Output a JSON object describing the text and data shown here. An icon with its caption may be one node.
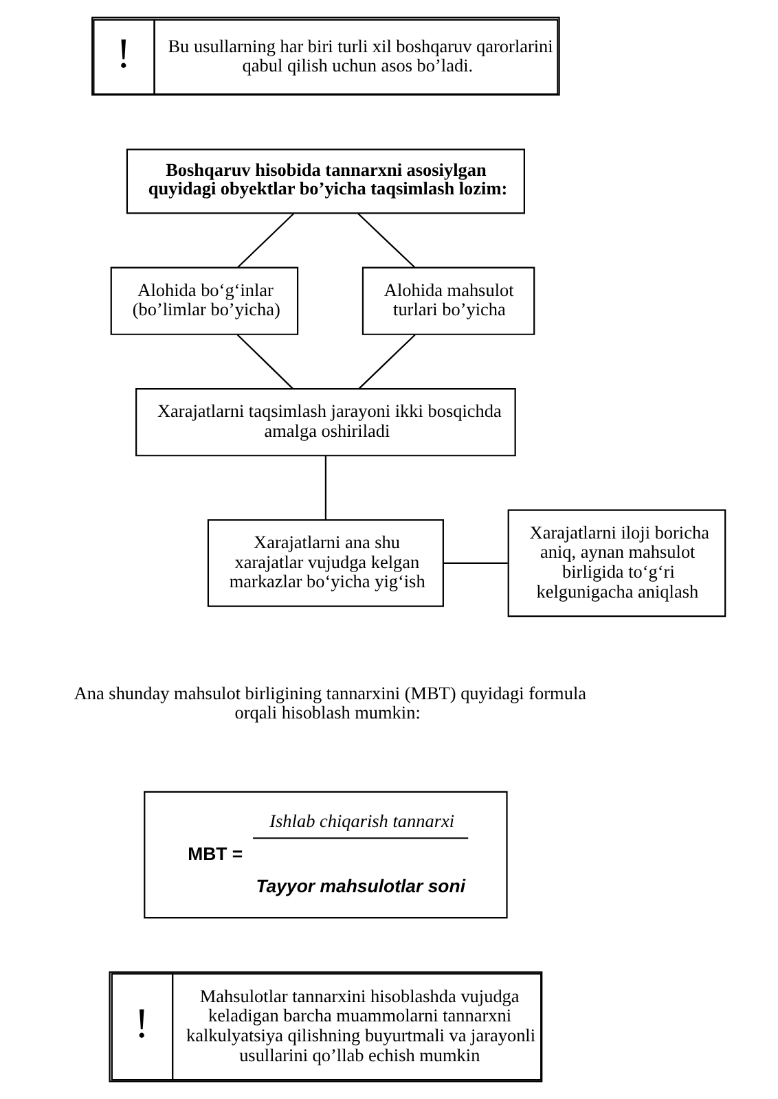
{
  "diagram": {
    "nodes": [
      {
        "text": [
          "!",
          "Bu usullarning har biri turli xil boshqaruv qarorlarini qabul qilish uchun asos bo’ladi."
        ]
      },
      {
        "text": [
          "Boshqaruv hisobida tannarxni asosiylgan quyidagi obyektlar bo’yicha taqsimlash lozim:"
        ]
      },
      {
        "text": [
          "Alohida bo‘g‘inlar (bo’limlar bo’yicha)"
        ]
      },
      {
        "text": [
          "Alohida mahsulot turlari bo’yicha"
        ]
      },
      {
        "text": [
          "Xarajatlarni taqsimlash jarayoni ikki bosqichda amalga oshiriladi"
        ]
      },
      {
        "text": [
          "Xarajatlarni ana shu xarajatlar vujudga kelgan markazlar bo‘yicha yig‘ish"
        ]
      },
      {
        "text": [
          "Xarajatlarni iloji boricha aniq, aynan mahsulot birligida to‘g‘ri kelgunigacha aniqlash"
        ]
      },
      {
        "text": [
          "Ishlab chiqarish tannarxi",
          "MBT =",
          "Tayyor mahsulotlar soni"
        ]
      },
      {
        "text": [
          "!",
          "Mahsulotlar tannarxini hisoblashda vujudga keladigan barcha muammolarni tannarxni kalkulyatsiya qilishning buyurtmali va jarayonli usullarini qo’llab echish mumkin"
        ]
      }
    ],
    "edges": [
      {
        "from": 1,
        "to": 2,
        "arrow": "none"
      },
      {
        "from": 1,
        "to": 3,
        "arrow": "none"
      },
      {
        "from": 2,
        "to": 4,
        "arrow": "none"
      },
      {
        "from": 3,
        "to": 4,
        "arrow": "none"
      },
      {
        "from": 4,
        "to": 5,
        "arrow": "none"
      },
      {
        "from": 5,
        "to": 6,
        "arrow": "none"
      }
    ],
    "labels": [
      "Ana shunday mahsulot birligining tannarxini (MBT) quyidagi formula orqali hisoblash mumkin:"
    ]
  }
}
